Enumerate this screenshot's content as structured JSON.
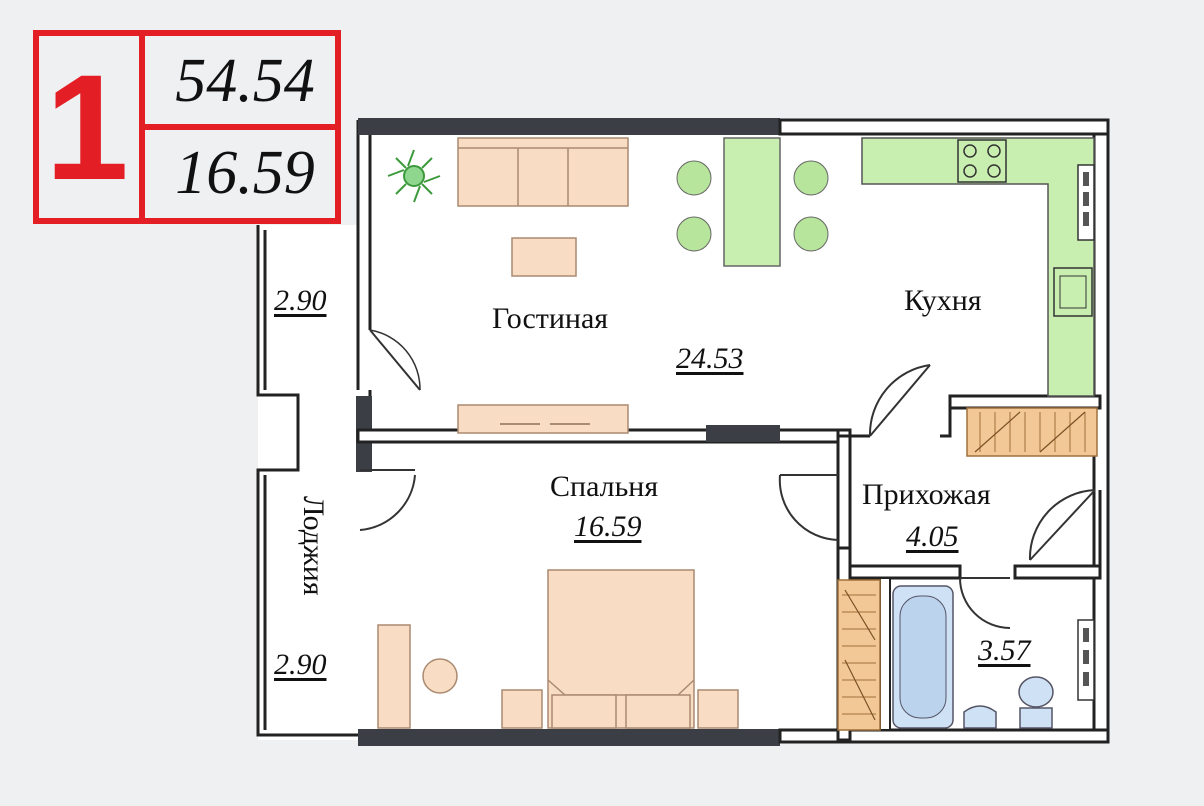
{
  "badge": {
    "rooms": "1",
    "total_area": "54.54",
    "living_area": "16.59"
  },
  "rooms": {
    "living": {
      "name": "Гостиная",
      "area": "24.53"
    },
    "kitchen": {
      "name": "Кухня"
    },
    "bedroom": {
      "name": "Спальня",
      "area": "16.59"
    },
    "hallway": {
      "name": "Прихожая",
      "area": "4.05"
    },
    "bathroom": {
      "area": "3.57"
    },
    "loggia": {
      "name": "Лоджия",
      "area_top": "2.90",
      "area_bottom": "2.90"
    }
  },
  "colors": {
    "badge_red": "#e31e24",
    "kitchen_green": "#c9efb0",
    "furniture_peach": "#f9dcc4",
    "wardrobe_orange": "#f2c896",
    "bath_blue": "#cfe1f5",
    "wall_dark": "#3b3f45"
  }
}
